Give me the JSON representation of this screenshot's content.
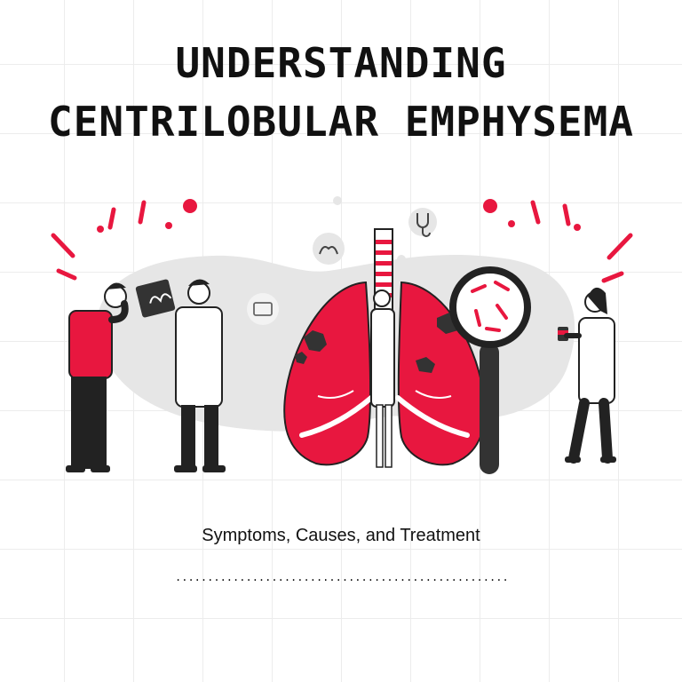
{
  "title": {
    "line1": "UNDERSTANDING",
    "line2": "CENTRILOBULAR EMPHYSEMA"
  },
  "subtitle": "Symptoms, Causes, and Treatment",
  "colors": {
    "accent": "#e8173f",
    "ink": "#222222",
    "blob": "#e6e6e6",
    "grid": "#ececec"
  },
  "icons": [
    "stethoscope-icon",
    "hands-heart-icon",
    "first-aid-kit-icon",
    "magnifying-glass-icon",
    "lungs-icon"
  ]
}
